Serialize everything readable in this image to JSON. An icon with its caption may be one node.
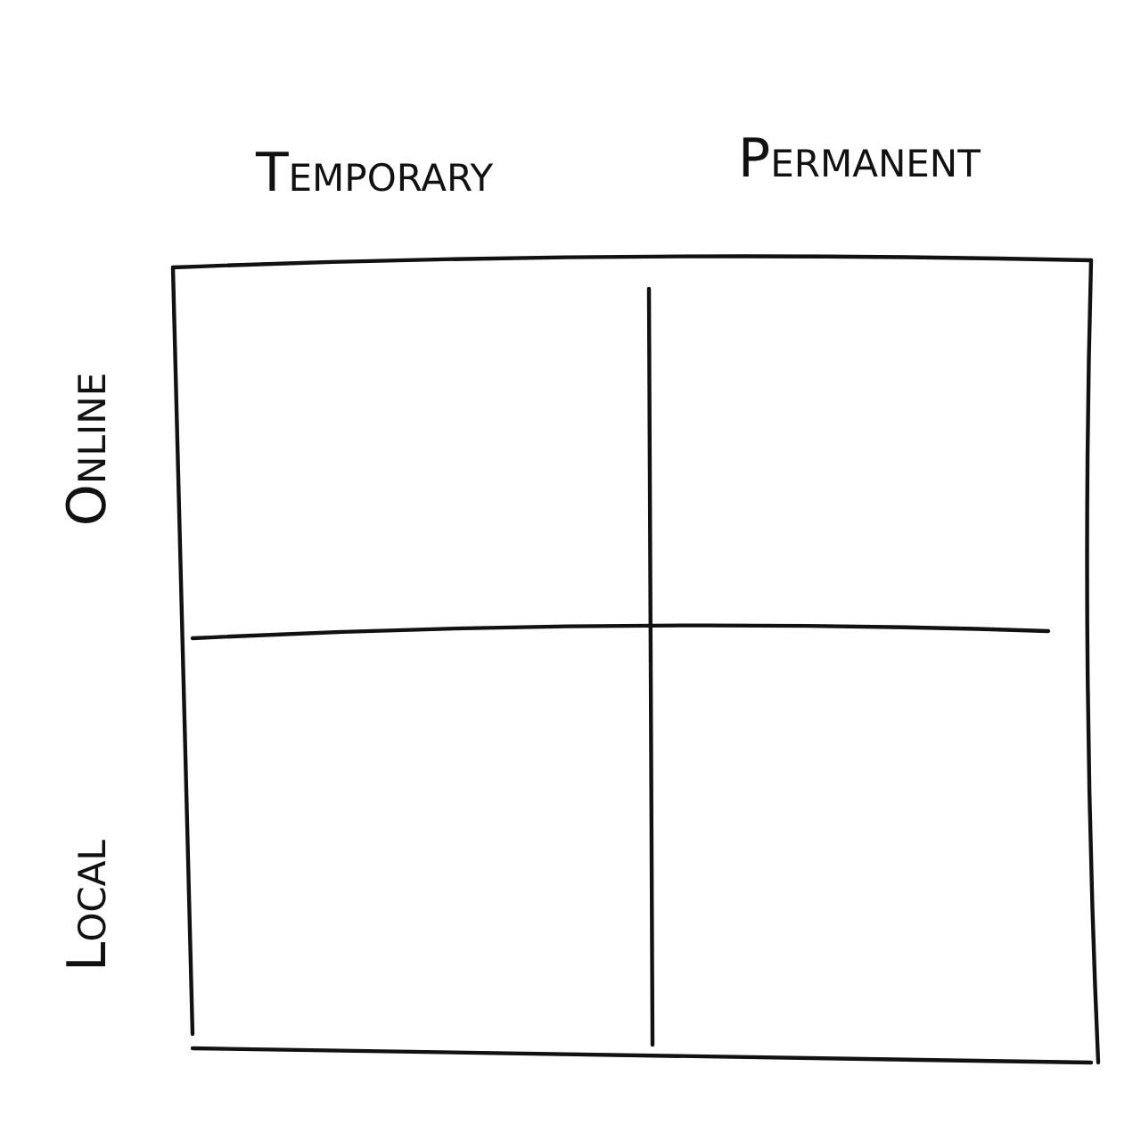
{
  "diagram": {
    "labels": [
      "Temporary",
      "Permanent",
      "Online",
      "Local"
    ]
  }
}
